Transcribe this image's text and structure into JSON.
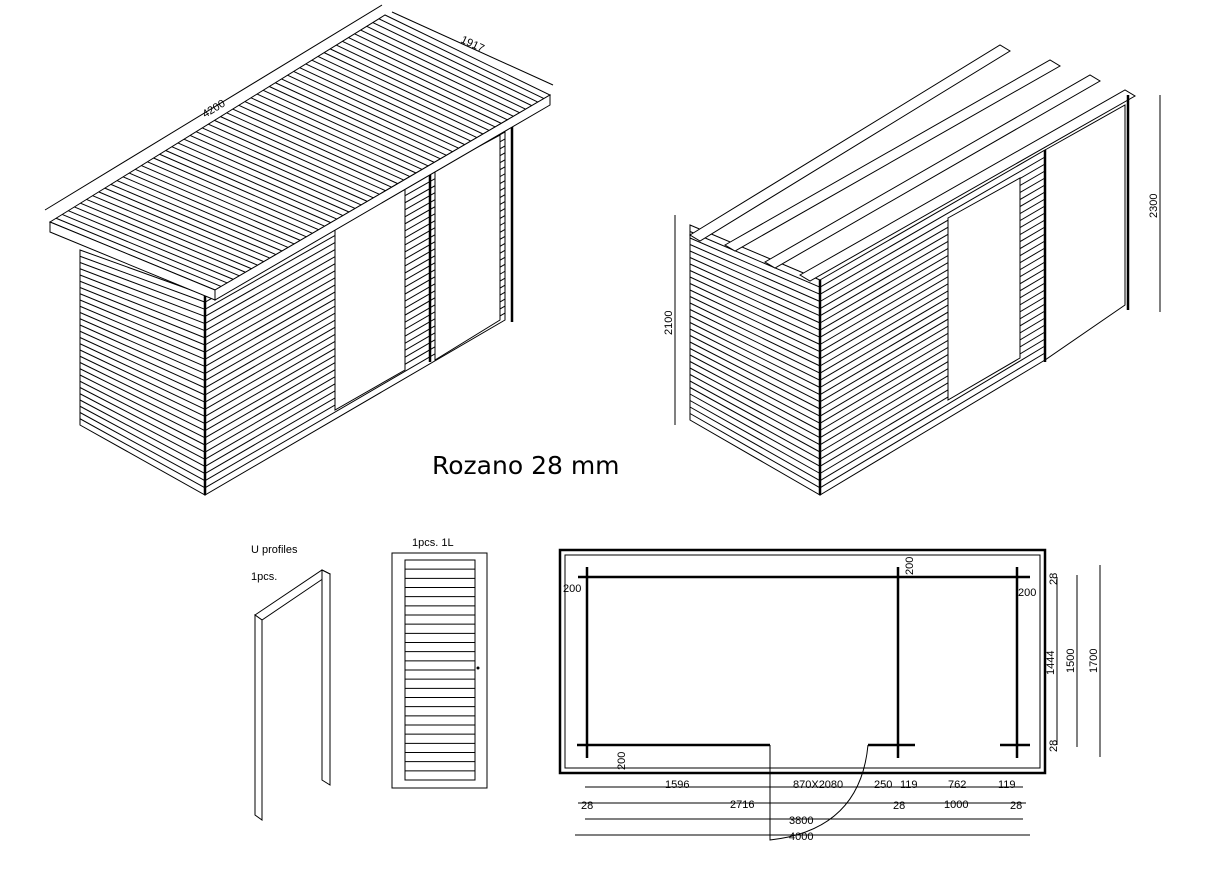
{
  "title": "Rozano 28 mm",
  "left_view": {
    "length": "4200",
    "width": "1917"
  },
  "right_view": {
    "wall_height": "2100",
    "total_height": "2300"
  },
  "u_profiles": {
    "label": "U profiles",
    "count": "1pcs."
  },
  "door": {
    "label": "1pcs. 1L"
  },
  "plan": {
    "row1": [
      "1596",
      "870X2080",
      "250",
      "119",
      "762",
      "119"
    ],
    "row2": [
      "28",
      "2716",
      "28",
      "1000",
      "28"
    ],
    "inner_length": "3800",
    "outer_length": "4000",
    "wall_offsets": [
      "200",
      "200",
      "200",
      "200"
    ],
    "right": [
      "28",
      "28",
      "1444",
      "1500",
      "1700"
    ]
  }
}
